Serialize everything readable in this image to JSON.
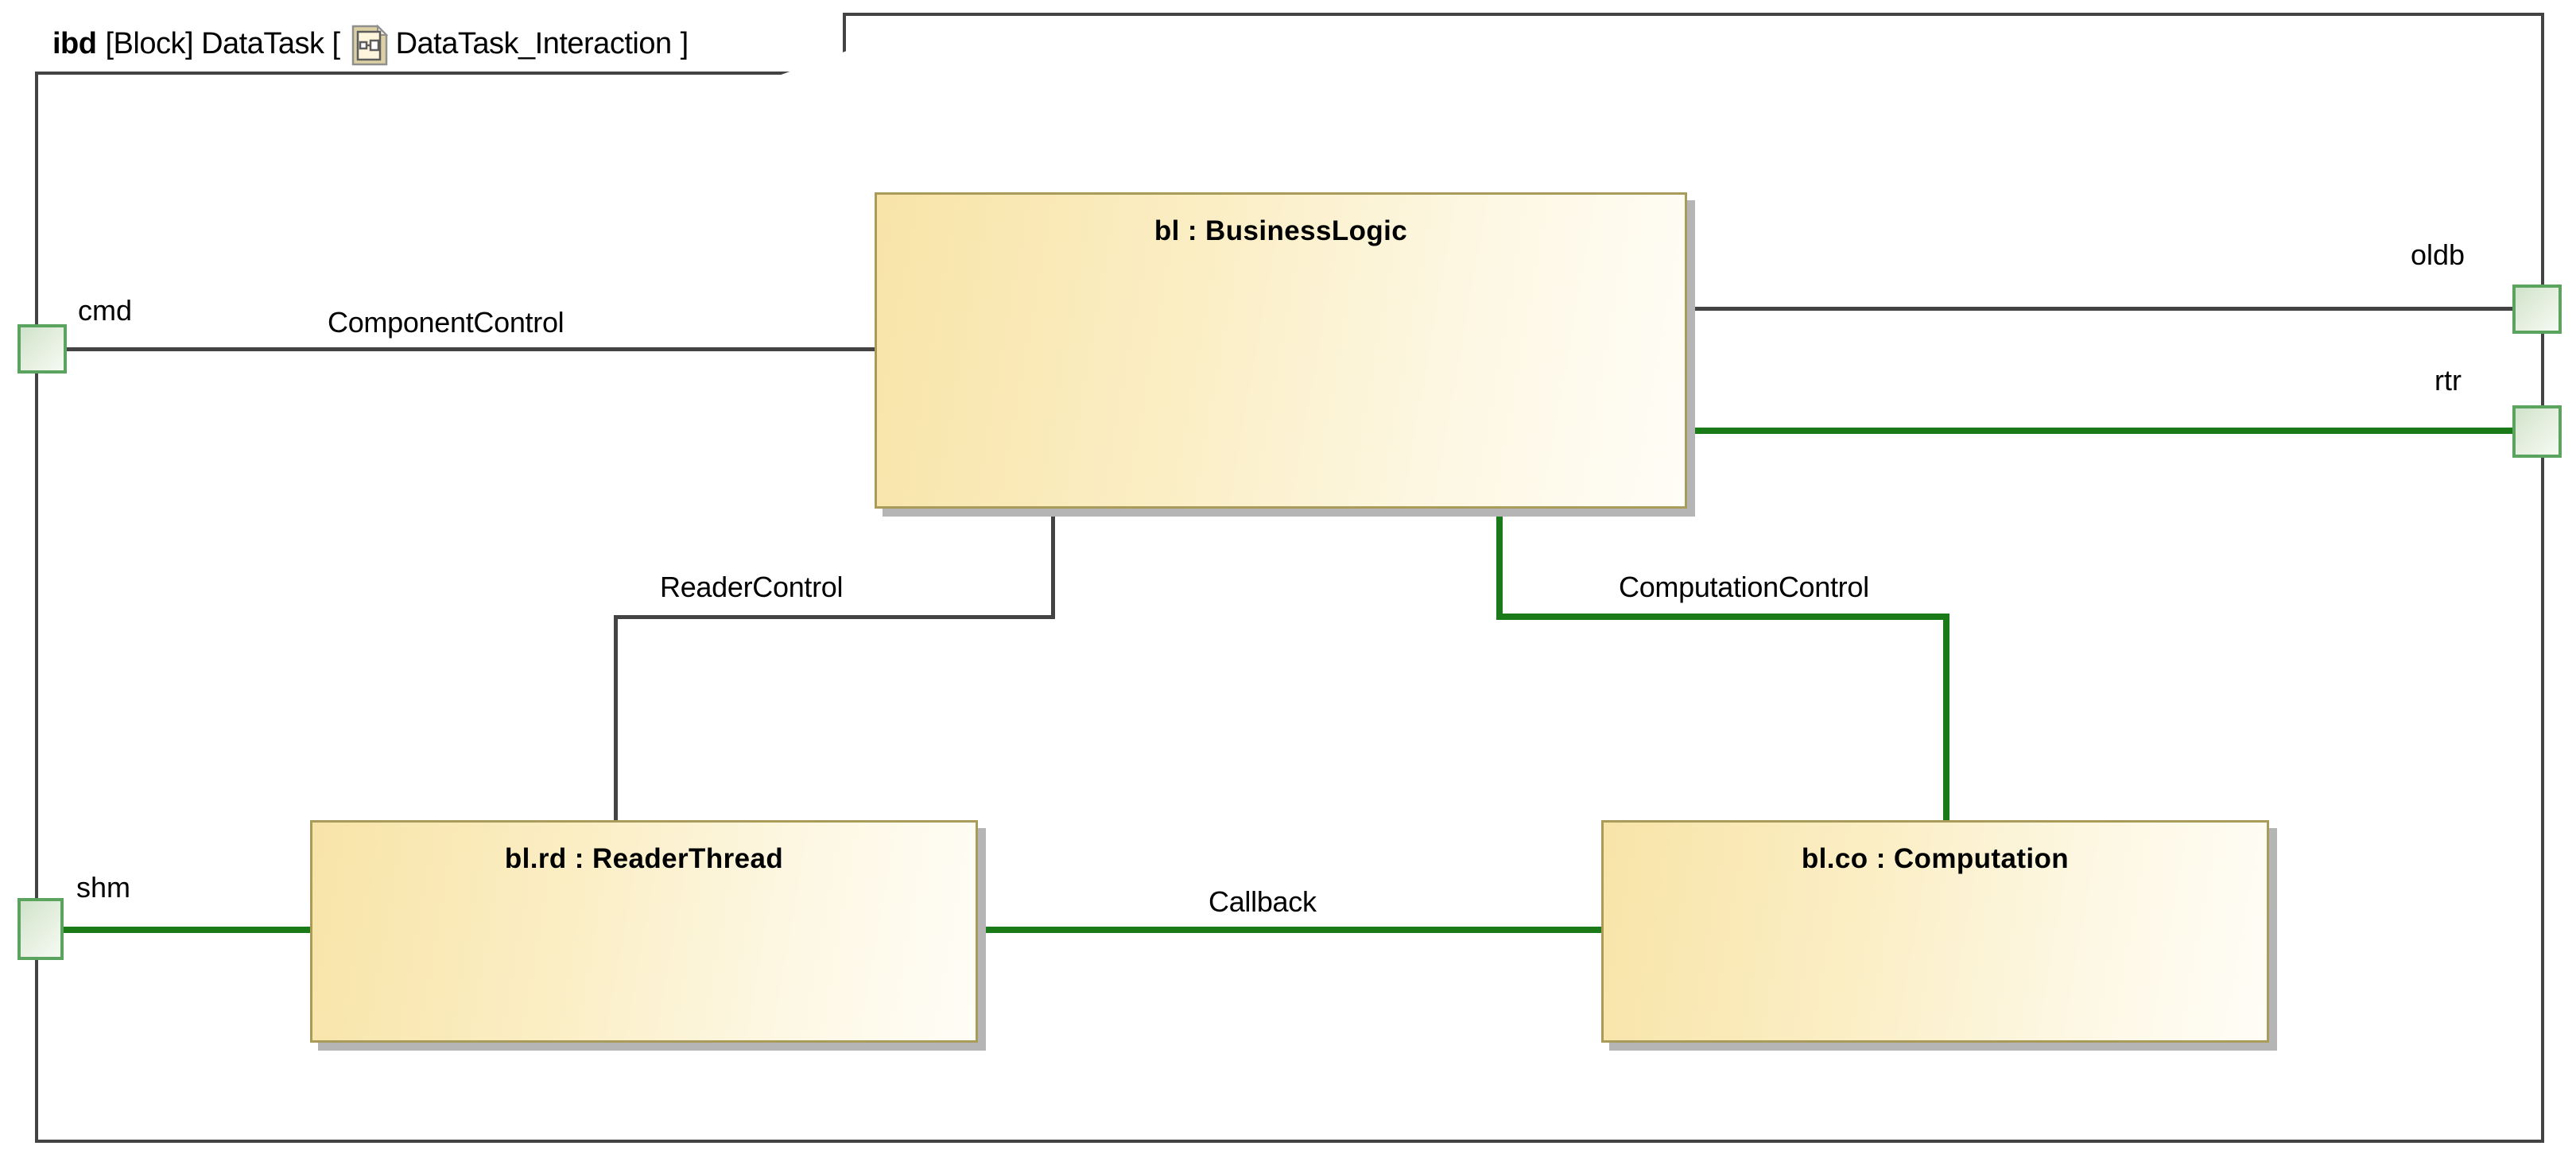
{
  "diagram": {
    "kind": "ibd",
    "header_prefix": "[Block] DataTask [",
    "icon_name": "ibd-diagram-icon",
    "view_name": "DataTask_Interaction",
    "header_suffix": "]",
    "frame_border_color": "#434343",
    "background": "#ffffff"
  },
  "parts": [
    {
      "id": "bl",
      "label": "bl : BusinessLogic",
      "role": "bl",
      "type": "BusinessLogic",
      "fill_start": "#f8e4a8",
      "fill_end": "#fffdf7",
      "border_color": "#a99b59",
      "shadow_color": "#b5b5b5"
    },
    {
      "id": "rd",
      "label": "bl.rd : ReaderThread",
      "role": "bl.rd",
      "type": "ReaderThread",
      "fill_start": "#f8e4a8",
      "fill_end": "#fffdf7",
      "border_color": "#a99b59",
      "shadow_color": "#b5b5b5"
    },
    {
      "id": "co",
      "label": "bl.co : Computation",
      "role": "bl.co",
      "type": "Computation",
      "fill_start": "#f8e4a8",
      "fill_end": "#fffdf7",
      "border_color": "#a99b59",
      "shadow_color": "#b5b5b5"
    }
  ],
  "ports": [
    {
      "id": "cmd",
      "label": "cmd",
      "side": "left",
      "border_color": "#5aa45f"
    },
    {
      "id": "shm",
      "label": "shm",
      "side": "left",
      "border_color": "#5aa45f"
    },
    {
      "id": "oldb",
      "label": "oldb",
      "side": "right",
      "border_color": "#5aa45f"
    },
    {
      "id": "rtr",
      "label": "rtr",
      "side": "right",
      "border_color": "#5aa45f"
    }
  ],
  "connectors": [
    {
      "id": "componentcontrol",
      "label": "ComponentControl",
      "color": "#434343",
      "from": "cmd",
      "to": "bl"
    },
    {
      "id": "readercontrol",
      "label": "ReaderControl",
      "color": "#434343",
      "from": "bl",
      "to": "bl.rd"
    },
    {
      "id": "computationcontrol",
      "label": "ComputationControl",
      "color": "#1a7a17",
      "from": "bl",
      "to": "bl.co"
    },
    {
      "id": "callback",
      "label": "Callback",
      "color": "#1a7a17",
      "from": "bl.rd",
      "to": "bl.co"
    },
    {
      "id": "oldb-link",
      "label": "",
      "color": "#434343",
      "from": "bl",
      "to": "oldb"
    },
    {
      "id": "rtr-link",
      "label": "",
      "color": "#1a7a17",
      "from": "bl",
      "to": "rtr"
    },
    {
      "id": "shm-link",
      "label": "",
      "color": "#1a7a17",
      "from": "shm",
      "to": "bl.rd"
    }
  ]
}
